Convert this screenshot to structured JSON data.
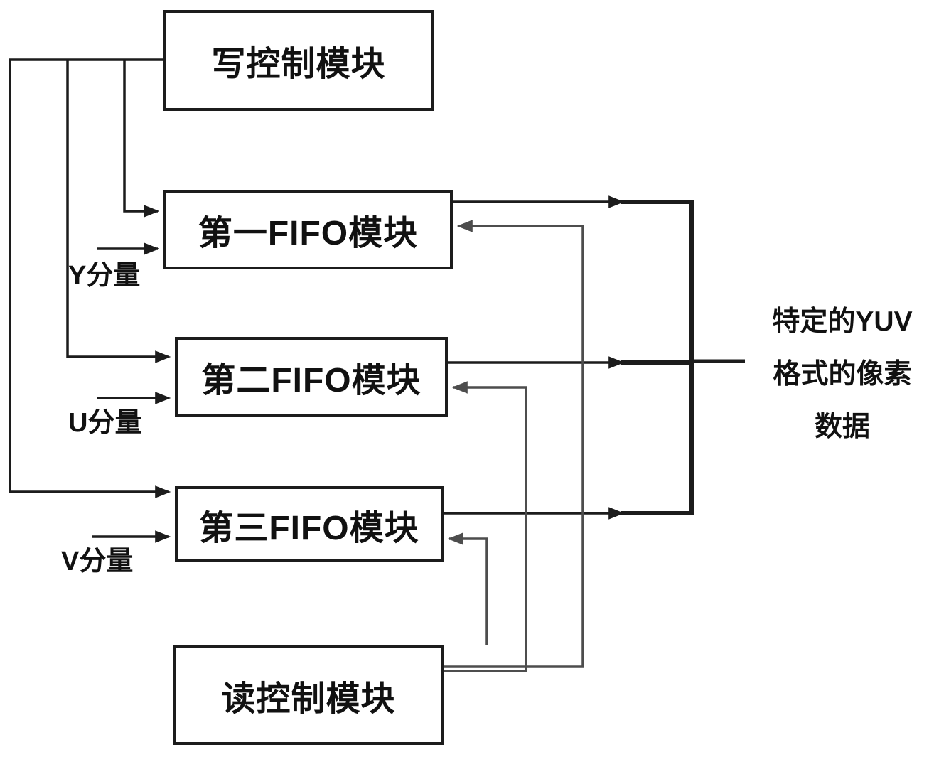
{
  "diagram": {
    "boxes": {
      "write_control": {
        "label": "写控制模块"
      },
      "fifo1": {
        "label": "第一FIFO模块"
      },
      "fifo2": {
        "label": "第二FIFO模块"
      },
      "fifo3": {
        "label": "第三FIFO模块"
      },
      "read_control": {
        "label": "读控制模块"
      }
    },
    "inputs": {
      "y": {
        "label": "Y分量"
      },
      "u": {
        "label": "U分量"
      },
      "v": {
        "label": "V分量"
      }
    },
    "output": {
      "line1": "特定的YUV",
      "line2": "格式的像素",
      "line3": "数据"
    },
    "colors": {
      "line": "#1c1c1c",
      "feedback_line": "#4d4d4d",
      "box_border": "#1c1c1c",
      "background": "#ffffff",
      "text": "#111111"
    }
  }
}
